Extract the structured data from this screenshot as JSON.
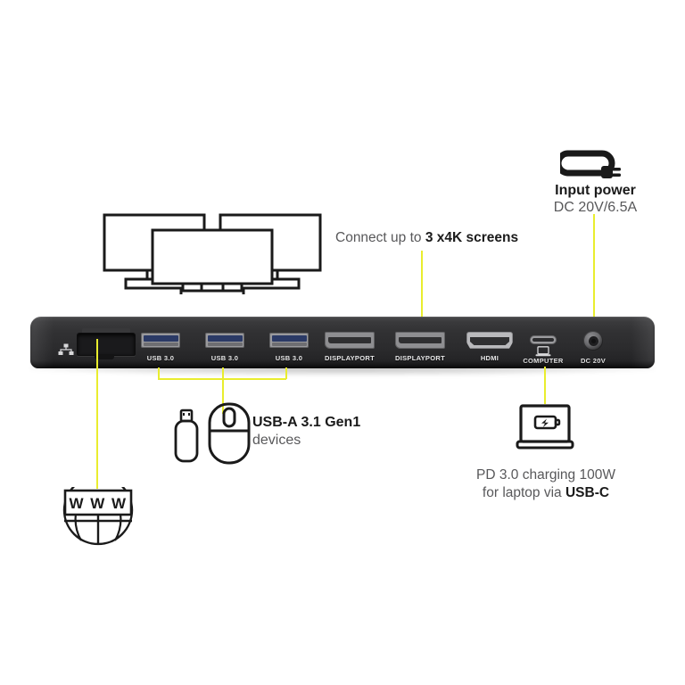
{
  "page": {
    "title": "Docking station rear port diagram",
    "background": "#ffffff",
    "accent_yellow": "#e9ed2e",
    "dock_color": "#2b2b2d",
    "text_gray": "#58585a",
    "text_black": "#1a1a1a"
  },
  "dock": {
    "ports": [
      {
        "id": "ethernet",
        "label": "",
        "icon": "ethernet-icon"
      },
      {
        "id": "usb1",
        "label": "USB 3.0",
        "icon": "usb-a-port-icon"
      },
      {
        "id": "usb2",
        "label": "USB 3.0",
        "icon": "usb-a-port-icon"
      },
      {
        "id": "usb3",
        "label": "USB 3.0",
        "icon": "usb-a-port-icon"
      },
      {
        "id": "displayport1",
        "label": "DISPLAYPORT",
        "icon": "displayport-icon"
      },
      {
        "id": "displayport2",
        "label": "DISPLAYPORT",
        "icon": "displayport-icon"
      },
      {
        "id": "hdmi",
        "label": "HDMI",
        "icon": "hdmi-icon"
      },
      {
        "id": "computer",
        "label": "COMPUTER",
        "icon": "usb-c-port-icon"
      },
      {
        "id": "dc",
        "label": "DC 20V",
        "icon": "dc-jack-icon"
      }
    ]
  },
  "callouts": {
    "screens": {
      "text_regular": "Connect up to ",
      "text_bold": "3 x4K screens",
      "icon": "three-monitors-icon"
    },
    "input_power": {
      "title": "Input power",
      "subtitle": "DC 20V/6.5A",
      "icon": "power-cord-plug-icon"
    },
    "usb_devices": {
      "text_bold": "USB-A 3.1 Gen1",
      "text_regular": "devices",
      "icons": [
        "usb-flash-drive-icon",
        "computer-mouse-icon"
      ]
    },
    "pd_charging": {
      "line1": "PD 3.0 charging 100W",
      "line2_regular": "for laptop via ",
      "line2_bold": "USB-C",
      "icon": "laptop-charging-icon"
    },
    "internet": {
      "label": "W W W",
      "icon": "www-globe-icon"
    }
  }
}
